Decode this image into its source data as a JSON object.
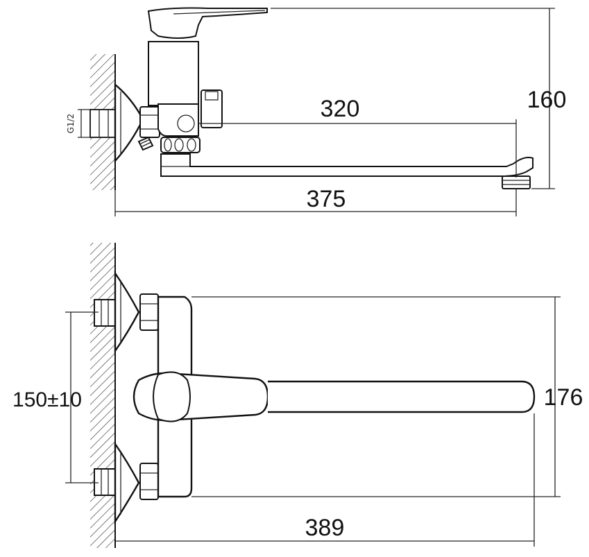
{
  "side_view": {
    "thread_label": "G1/2",
    "dim_spout_length": "320",
    "dim_height": "160",
    "dim_overall_length": "375"
  },
  "top_view": {
    "dim_center_distance": "150±10",
    "dim_width": "176",
    "dim_overall_length": "389"
  },
  "colors": {
    "line": "#111111",
    "hatch": "#444444",
    "background": "#ffffff"
  }
}
